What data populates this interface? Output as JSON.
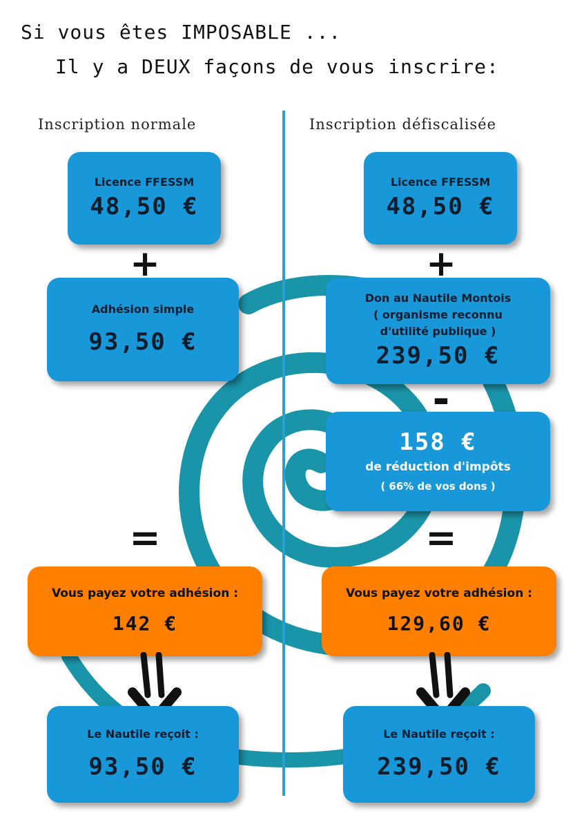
{
  "header": {
    "line1": "Si vous êtes IMPOSABLE ...",
    "line2": "Il y a DEUX façons de vous inscrire:"
  },
  "left": {
    "heading": "Inscription normale",
    "licence_label": "Licence FFESSM",
    "licence_amount": "48,50 €",
    "plus": "+",
    "adhesion_label": "Adhésion simple",
    "adhesion_amount": "93,50 €",
    "equals": "=",
    "pay_label": "Vous payez votre adhésion :",
    "pay_amount": "142 €",
    "receive_label": "Le Nautile reçoit :",
    "receive_amount": "93,50 €"
  },
  "right": {
    "heading": "Inscription défiscalisée",
    "licence_label": "Licence FFESSM",
    "licence_amount": "48,50 €",
    "plus": "+",
    "don_line1": "Don au Nautile Montois",
    "don_line2": "( organisme reconnu",
    "don_line3": "d'utilité publique )",
    "don_amount": "239,50 €",
    "minus": "-",
    "reduction_amount": "158 €",
    "reduction_label": "de réduction d'impôts",
    "reduction_note": "( 66% de vos dons )",
    "equals": "=",
    "pay_label": "Vous payez votre adhésion :",
    "pay_amount": "129,60 €",
    "receive_label": "Le Nautile reçoit :",
    "receive_amount": "239,50 €"
  },
  "colors": {
    "blue_box": "#1897d9",
    "orange_box": "#ff7f00",
    "spiral": "#1a94a8",
    "divider": "#2aa0cf"
  },
  "icons": {
    "spiral": "spiral-decoration",
    "arrow_down": "double-line-arrow-down"
  }
}
